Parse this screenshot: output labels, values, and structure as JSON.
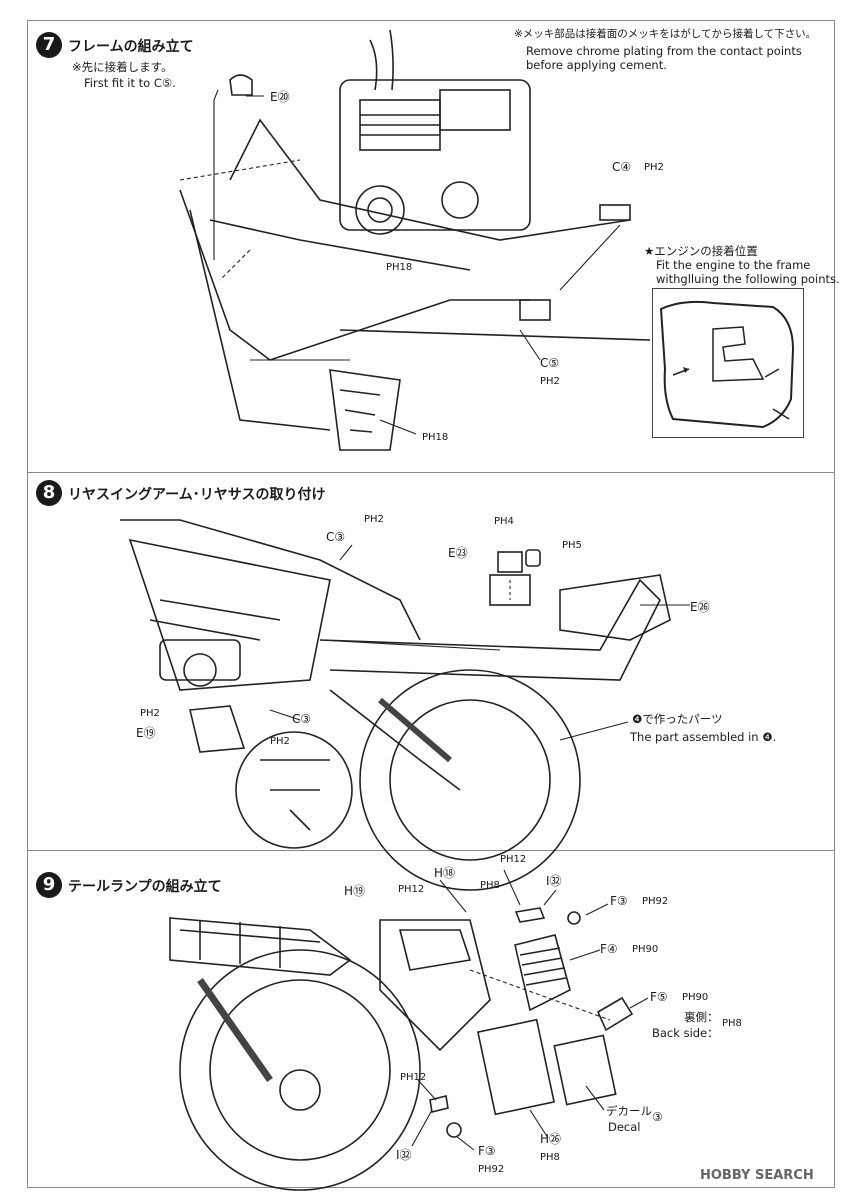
{
  "steps": [
    {
      "number": "7",
      "title": "フレームの組み立て",
      "note_jp": "※先に接着します。",
      "note_en": "First fit it to C⑤."
    },
    {
      "number": "8",
      "title": "リヤスイングアーム･リヤサスの取り付け"
    },
    {
      "number": "9",
      "title": "テールランプの組み立て"
    }
  ],
  "notices": {
    "chrome_jp": "※メッキ部品は接着面のメッキをはがしてから接着して下さい。",
    "chrome_en_1": "Remove chrome plating from the contact points",
    "chrome_en_2": "before applying cement.",
    "engine_jp": "★エンジンの接着位置",
    "engine_en_1": "Fit the engine to the frame",
    "engine_en_2": "withglluing the following points."
  },
  "step7_labels": {
    "e20": "E⑳",
    "c4": "C④",
    "ph2a": "PH2",
    "ph18a": "PH18",
    "c5": "C⑤",
    "ph2b": "PH2",
    "ph18b": "PH18"
  },
  "step8_labels": {
    "c3a": "C③",
    "ph2a": "PH2",
    "ph4": "PH4",
    "e23": "E㉓",
    "ph5": "PH5",
    "e26": "E㉖",
    "ph2b": "PH2",
    "e19": "E⑲",
    "c3b": "C③",
    "ph2c": "PH2",
    "part4_jp": "❹で作ったパーツ",
    "part4_en": "The part assembled in ❹."
  },
  "step9_labels": {
    "h18": "H⑱",
    "ph12a": "PH12",
    "i32a": "I㉜",
    "h19": "H⑲",
    "ph12b": "PH12",
    "ph8a": "PH8",
    "f3a": "F③",
    "ph92a": "PH92",
    "f4": "F④",
    "ph90a": "PH90",
    "f5": "F⑤",
    "ph90b": "PH90",
    "back_jp": "裏側：",
    "back_en": "Back side：",
    "ph8b": "PH8",
    "ph12c": "PH12",
    "decal_jp": "デカール",
    "decal_en": "Decal",
    "decal_num": "③",
    "h26": "H㉖",
    "ph8c": "PH8",
    "i32b": "I㉜",
    "f3b": "F③",
    "ph92b": "PH92"
  },
  "watermark": "HOBBY SEARCH"
}
